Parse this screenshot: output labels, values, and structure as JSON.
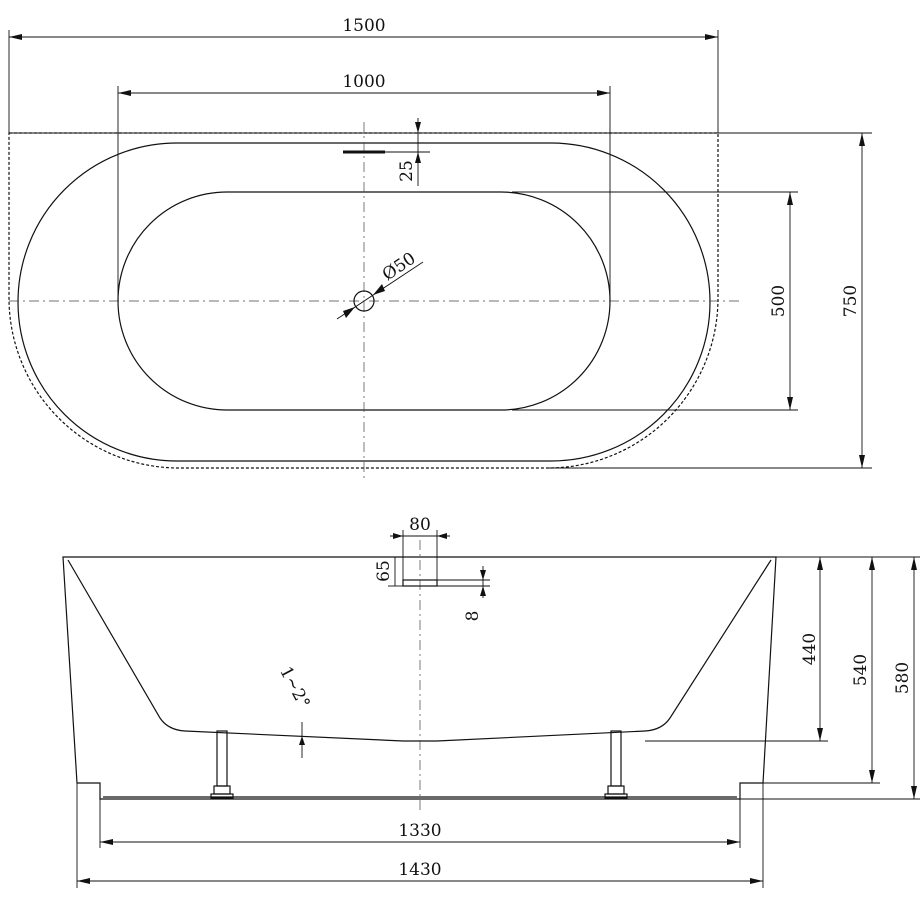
{
  "top_view": {
    "dim_overall_width": "1500",
    "dim_basin_width": "1000",
    "dim_overflow_offset": "25",
    "dim_drain_diameter": "Ø50",
    "dim_basin_depth": "500",
    "dim_overall_depth": "750"
  },
  "side_view": {
    "dim_overflow_width": "80",
    "dim_overflow_height": "65",
    "dim_overflow_gap": "8",
    "dim_slope": "1~2°",
    "dim_inner_depth": "440",
    "dim_body_height": "540",
    "dim_total_height": "580",
    "dim_base_width": "1330",
    "dim_outer_width": "1430"
  }
}
